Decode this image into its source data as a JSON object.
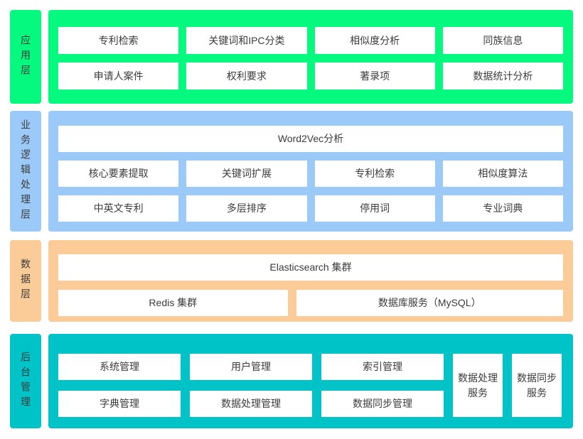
{
  "diagram_title": "patent-system-architecture",
  "colors": {
    "application_layer": "#04F97E",
    "business_logic_layer": "#9CCAF8",
    "data_layer": "#FBCB98",
    "admin_layer": "#00C3C7",
    "box_background": "#FFFFFF",
    "text": "#3B3B3B"
  },
  "layers": [
    {
      "label": "应用层",
      "rows": [
        [
          "专利检索",
          "关键词和IPC分类",
          "相似度分析",
          "同族信息"
        ],
        [
          "申请人案件",
          "权利要求",
          "著录项",
          "数据统计分析"
        ]
      ]
    },
    {
      "label": "业务逻辑处理层",
      "wide": "Word2Vec分析",
      "rows": [
        [
          "核心要素提取",
          "关键词扩展",
          "专利检索",
          "相似度算法"
        ],
        [
          "中英文专利",
          "多层排序",
          "停用词",
          "专业词典"
        ]
      ]
    },
    {
      "label": "数据层",
      "wide": "Elasticsearch 集群",
      "rows": [
        [
          "Redis 集群",
          "数据库服务（MySQL）"
        ]
      ]
    },
    {
      "label": "后台管理",
      "rows": [
        [
          "系统管理",
          "用户管理",
          "索引管理"
        ],
        [
          "字典管理",
          "数据处理管理",
          "数据同步管理"
        ]
      ],
      "tall": [
        "数据处理服务",
        "数据同步服务"
      ]
    }
  ]
}
